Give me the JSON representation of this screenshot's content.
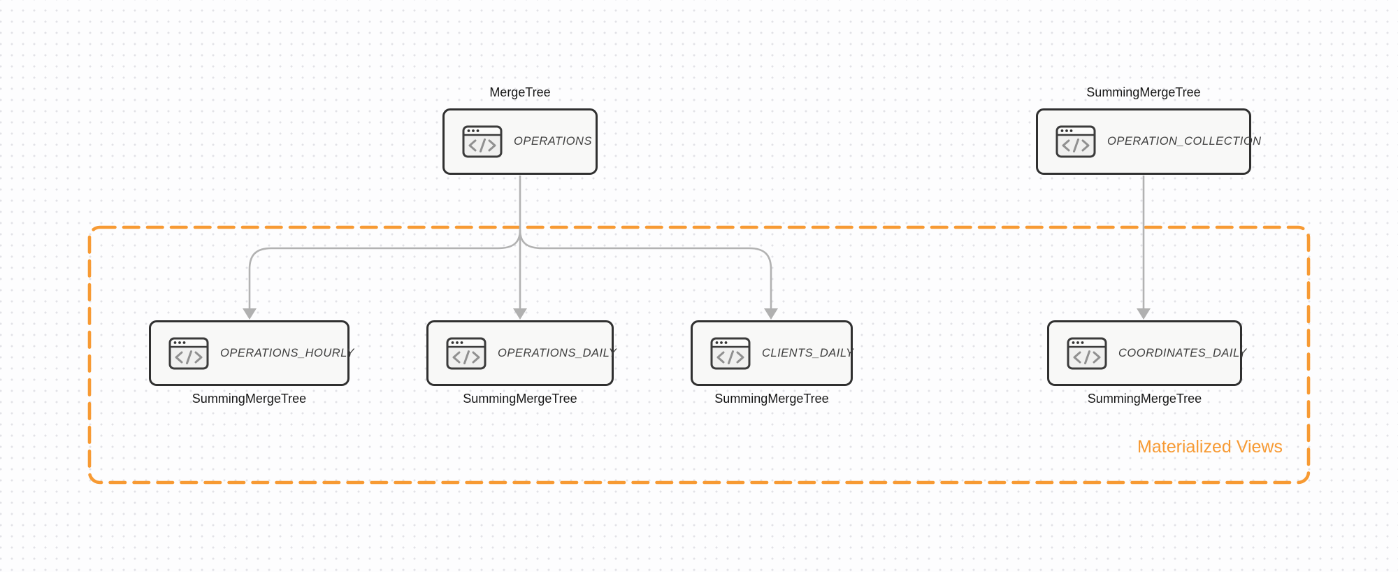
{
  "canvas": {
    "background": "#fdfdfe",
    "dot_color": "#e2e2e7"
  },
  "nodes": {
    "operations": {
      "table": "OPERATIONS",
      "engine": "MergeTree",
      "engine_label_position": "top"
    },
    "operation_collection": {
      "table": "OPERATION_COLLECTION",
      "engine": "SummingMergeTree",
      "engine_label_position": "top"
    },
    "operations_hourly": {
      "table": "OPERATIONS_HOURLY",
      "engine": "SummingMergeTree",
      "engine_label_position": "bottom"
    },
    "operations_daily": {
      "table": "OPERATIONS_DAILY",
      "engine": "SummingMergeTree",
      "engine_label_position": "bottom"
    },
    "clients_daily": {
      "table": "CLIENTS_DAILY",
      "engine": "SummingMergeTree",
      "engine_label_position": "bottom"
    },
    "coordinates_daily": {
      "table": "COORDINATES_DAILY",
      "engine": "SummingMergeTree",
      "engine_label_position": "bottom"
    }
  },
  "edges": [
    {
      "from": "OPERATIONS",
      "to": "OPERATIONS_HOURLY"
    },
    {
      "from": "OPERATIONS",
      "to": "OPERATIONS_DAILY"
    },
    {
      "from": "OPERATIONS",
      "to": "CLIENTS_DAILY"
    },
    {
      "from": "OPERATION_COLLECTION",
      "to": "COORDINATES_DAILY"
    }
  ],
  "group": {
    "label": "Materialized Views",
    "members": [
      "OPERATIONS_HOURLY",
      "OPERATIONS_DAILY",
      "CLIENTS_DAILY",
      "COORDINATES_DAILY"
    ],
    "border_style": "dashed"
  },
  "icons": {
    "node_icon": "code-window-icon"
  },
  "colors": {
    "group_accent_orange": "#f79a33",
    "connector_gray": "#b2b2b2",
    "node_border": "#303030",
    "node_fill": "#f8f8f7",
    "icon_glyph_gray": "#909090",
    "label_dark": "#171717"
  }
}
